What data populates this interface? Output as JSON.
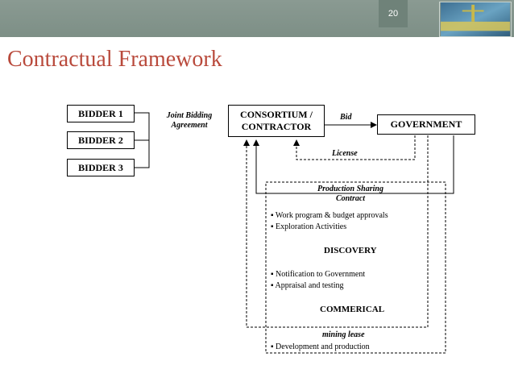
{
  "slide": {
    "number": "20",
    "title": "Contractual Framework"
  },
  "diagram": {
    "bidders": [
      "BIDDER 1",
      "BIDDER 2",
      "BIDDER 3"
    ],
    "joint_bidding_label": "Joint Bidding\nAgreement",
    "consortium_label": "CONSORTIUM /\nCONTRACTOR",
    "bid_label": "Bid",
    "government_label": "GOVERNMENT",
    "license_label": "License",
    "psc_label": "Production Sharing\nContract",
    "psc_items": [
      "Work program & budget approvals",
      "Exploration Activities"
    ],
    "discovery_label": "DISCOVERY",
    "discovery_items": [
      "Notification to Government",
      "Appraisal and testing"
    ],
    "commercial_label": "COMMERICAL",
    "mining_lease_label": "mining lease",
    "mining_items": [
      "Development and production"
    ],
    "bullet": "▪"
  }
}
